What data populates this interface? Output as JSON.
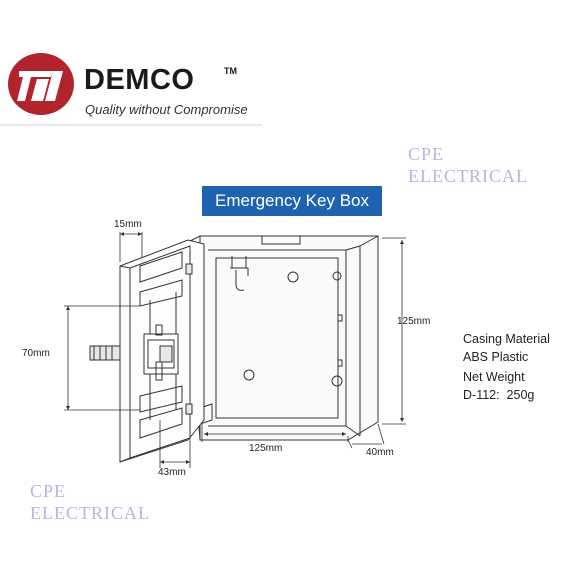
{
  "brand": {
    "name": "DEMCO",
    "trademark": "TM",
    "tagline": "Quality without Compromise",
    "colors": {
      "logo_red": "#b3232e",
      "logo_dark": "#1a1a1a"
    },
    "icon": "demco-logo-mark"
  },
  "watermark": {
    "line1": "CPE",
    "line2": "ELECTRICAL",
    "color": "#b8b4dd"
  },
  "product": {
    "title": "Emergency Key Box",
    "title_bg": "#1f63b0",
    "icon": "key-box-drawing"
  },
  "dimensions": {
    "door_thickness": "15mm",
    "handle_height": "70mm",
    "handle_depth": "43mm",
    "width": "125mm",
    "height": "125mm",
    "depth": "40mm"
  },
  "specs": {
    "casing_label": "Casing Material",
    "casing_value": "ABS Plastic",
    "weight_label": "Net Weight",
    "weight_value": "D-112:  250g"
  }
}
